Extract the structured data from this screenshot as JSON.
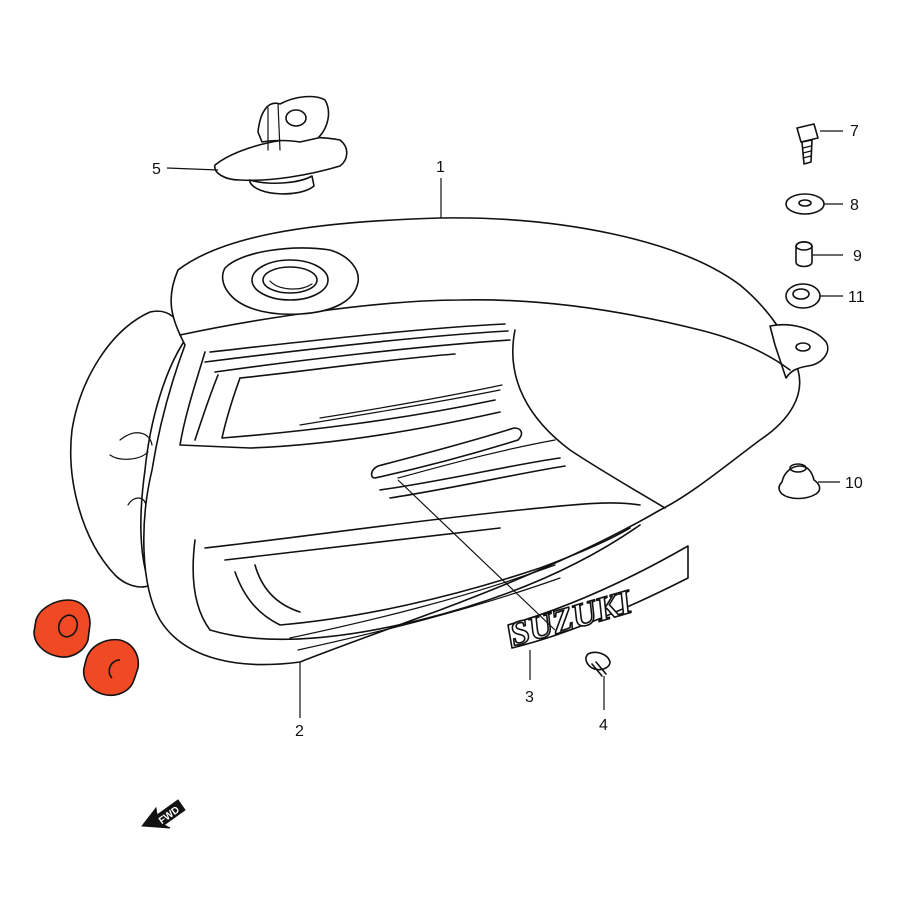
{
  "callouts": {
    "c1": "1",
    "c2": "2",
    "c3": "3",
    "c4": "4",
    "c5": "5",
    "c7": "7",
    "c8": "8",
    "c9": "9",
    "c10": "10",
    "c11": "11"
  },
  "emblem_text": "SUZUKI",
  "direction_arrow_text": "FWD",
  "colors": {
    "line": "#111111",
    "background": "#ffffff",
    "highlight_part": "#ef4a24"
  }
}
